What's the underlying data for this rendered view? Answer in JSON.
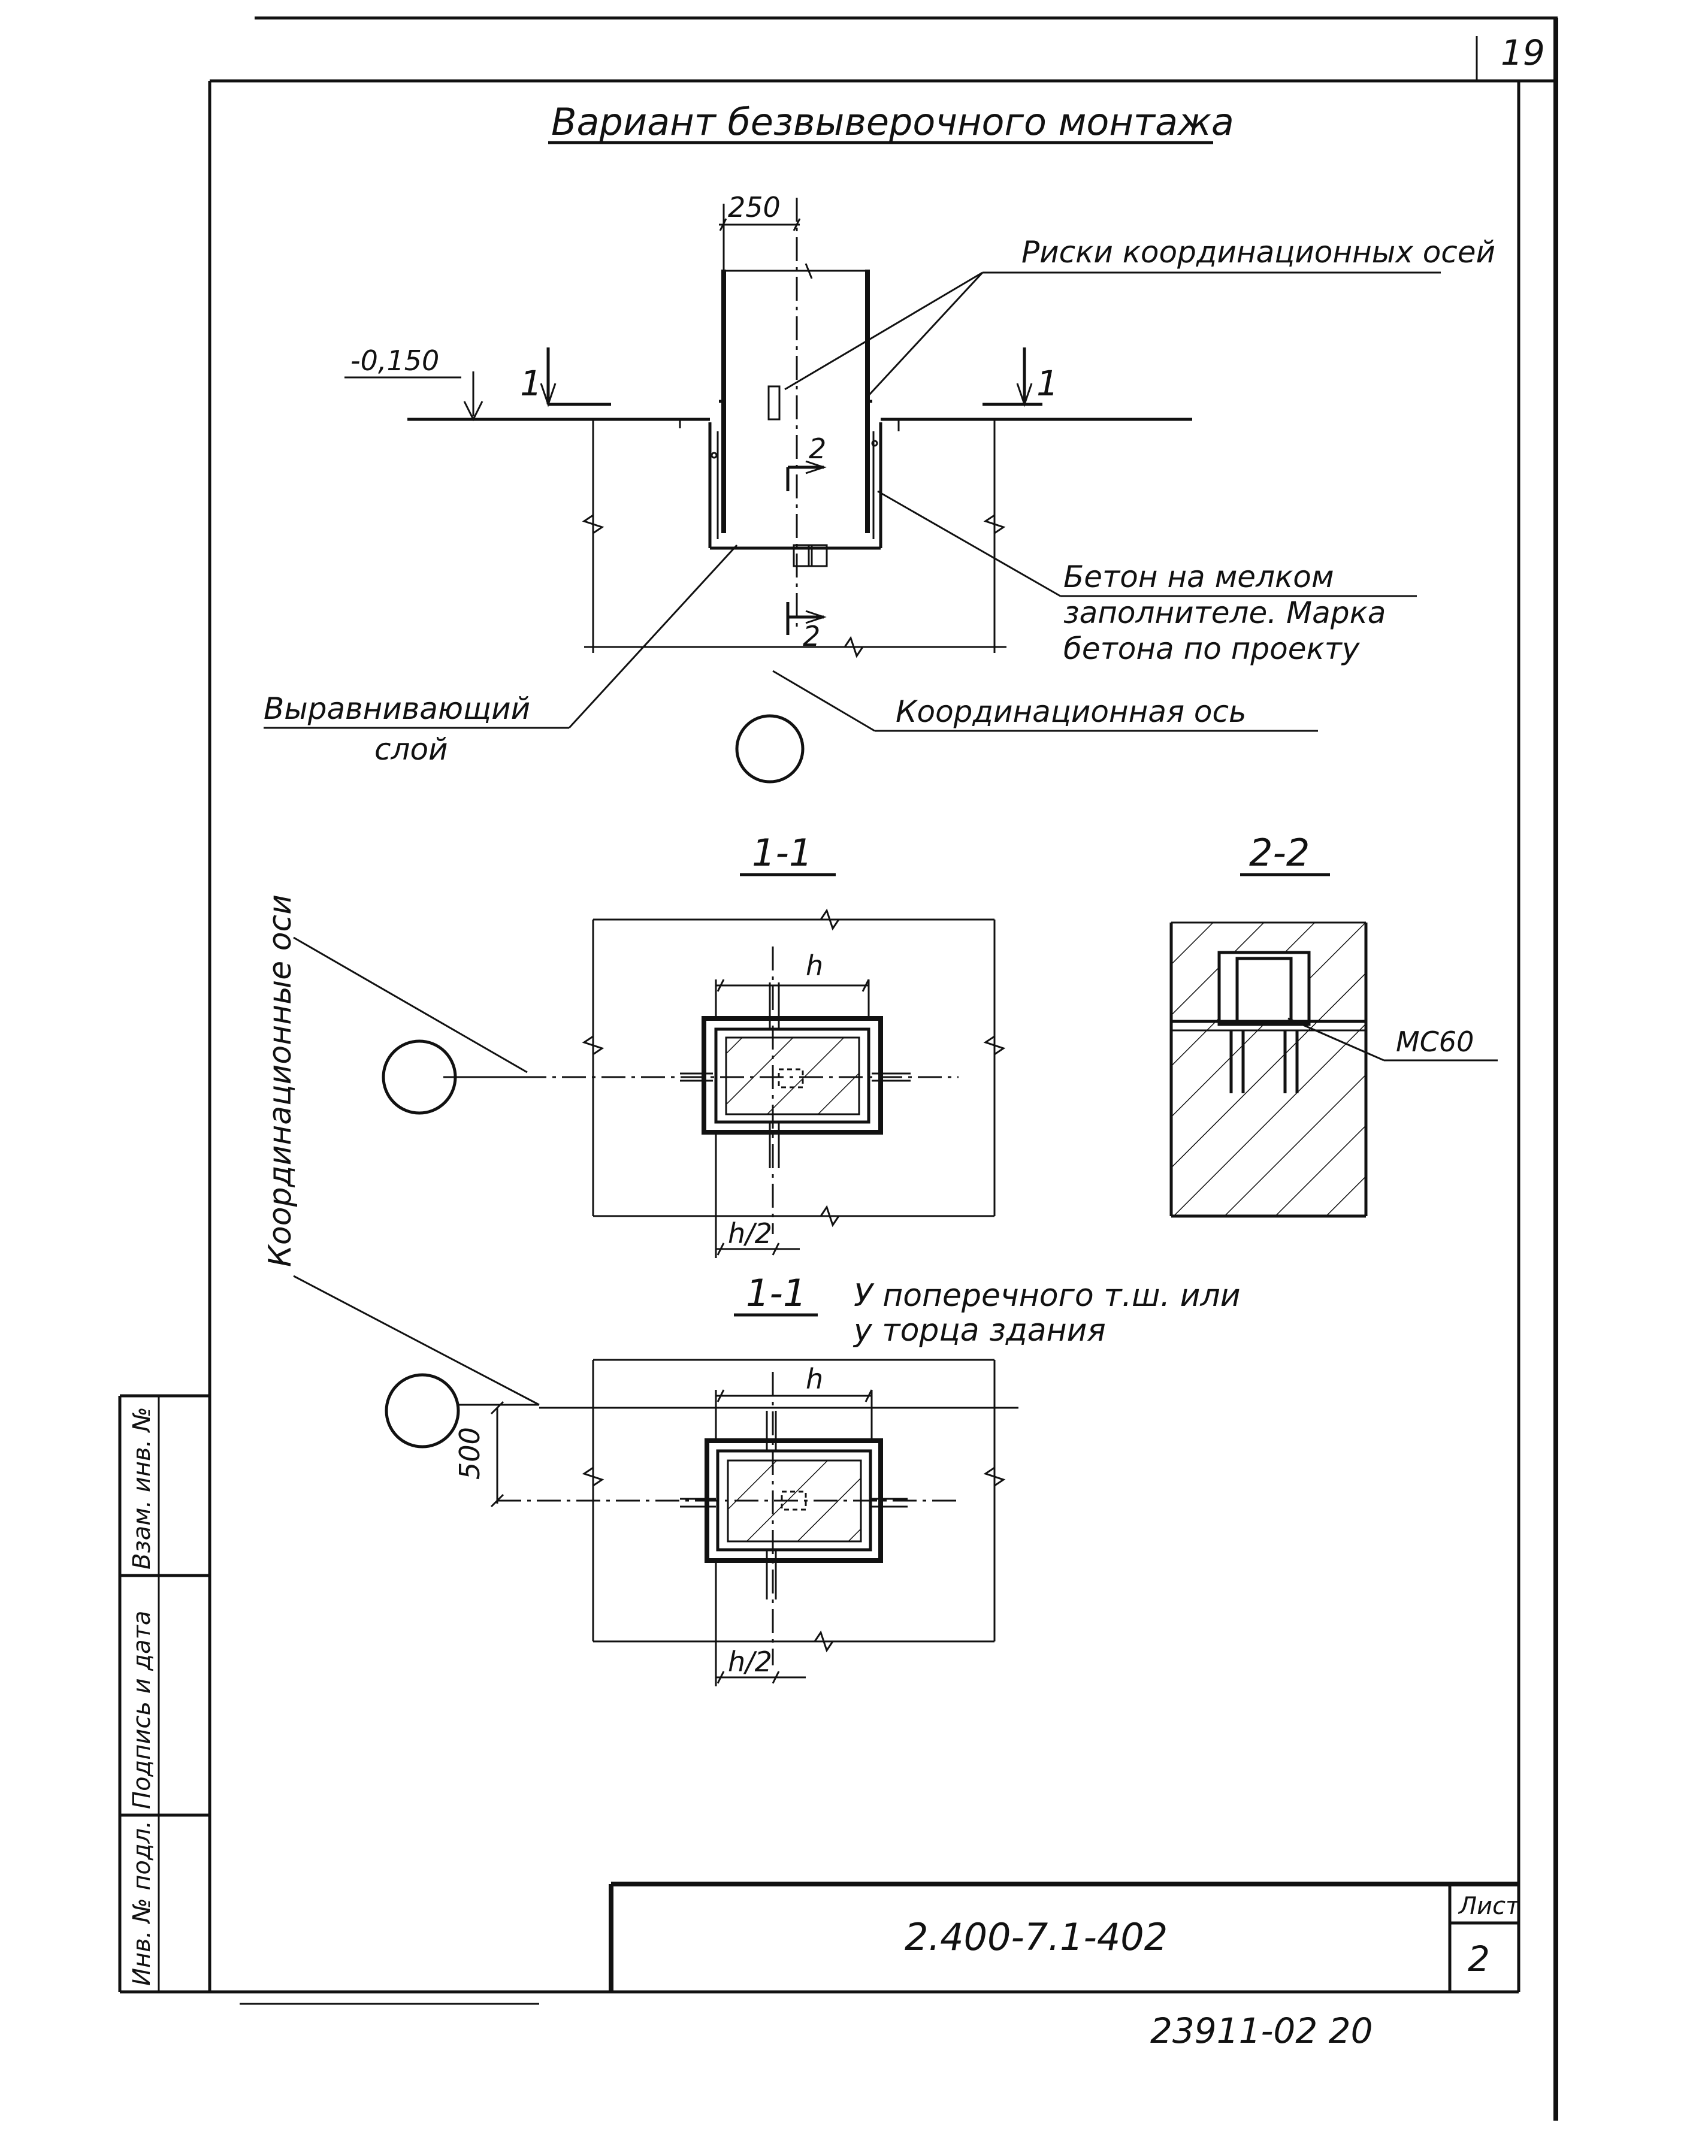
{
  "page_number": "19",
  "title": "Вариант безвыверочного монтажа",
  "elevation": {
    "dimension_250": "250",
    "level_mark": "-0,150",
    "section_mark_1": "1",
    "section_mark_2": "2",
    "label_risks": "Риски координационных осей",
    "label_concrete_line1": "Бетон на мелком",
    "label_concrete_line2": "заполнителе. Марка",
    "label_concrete_line3": "бетона по проекту",
    "label_leveling_line1": "Выравнивающий",
    "label_leveling_line2": "слой",
    "label_axis": "Координационная ось"
  },
  "section_1_1": {
    "title": "1-1",
    "dim_h": "h",
    "dim_h2": "h/2"
  },
  "section_2_2": {
    "title": "2-2",
    "label_mc": "МС60"
  },
  "section_1_1_end": {
    "title": "1-1",
    "caption_line1": "У поперечного т.ш. или",
    "caption_line2": "у торца здания",
    "dim_h": "h",
    "dim_h2": "h/2",
    "dim_500": "500"
  },
  "left_label": "Координационные оси",
  "stamp_column": {
    "col1": "Инв. № подл.",
    "col2": "Подпись и дата",
    "col3": "Взам. инв. №"
  },
  "title_block": {
    "document_code": "2.400-7.1-402",
    "sheet_label": "Лист",
    "sheet_number": "2"
  },
  "bottom_number": "23911-02   20"
}
